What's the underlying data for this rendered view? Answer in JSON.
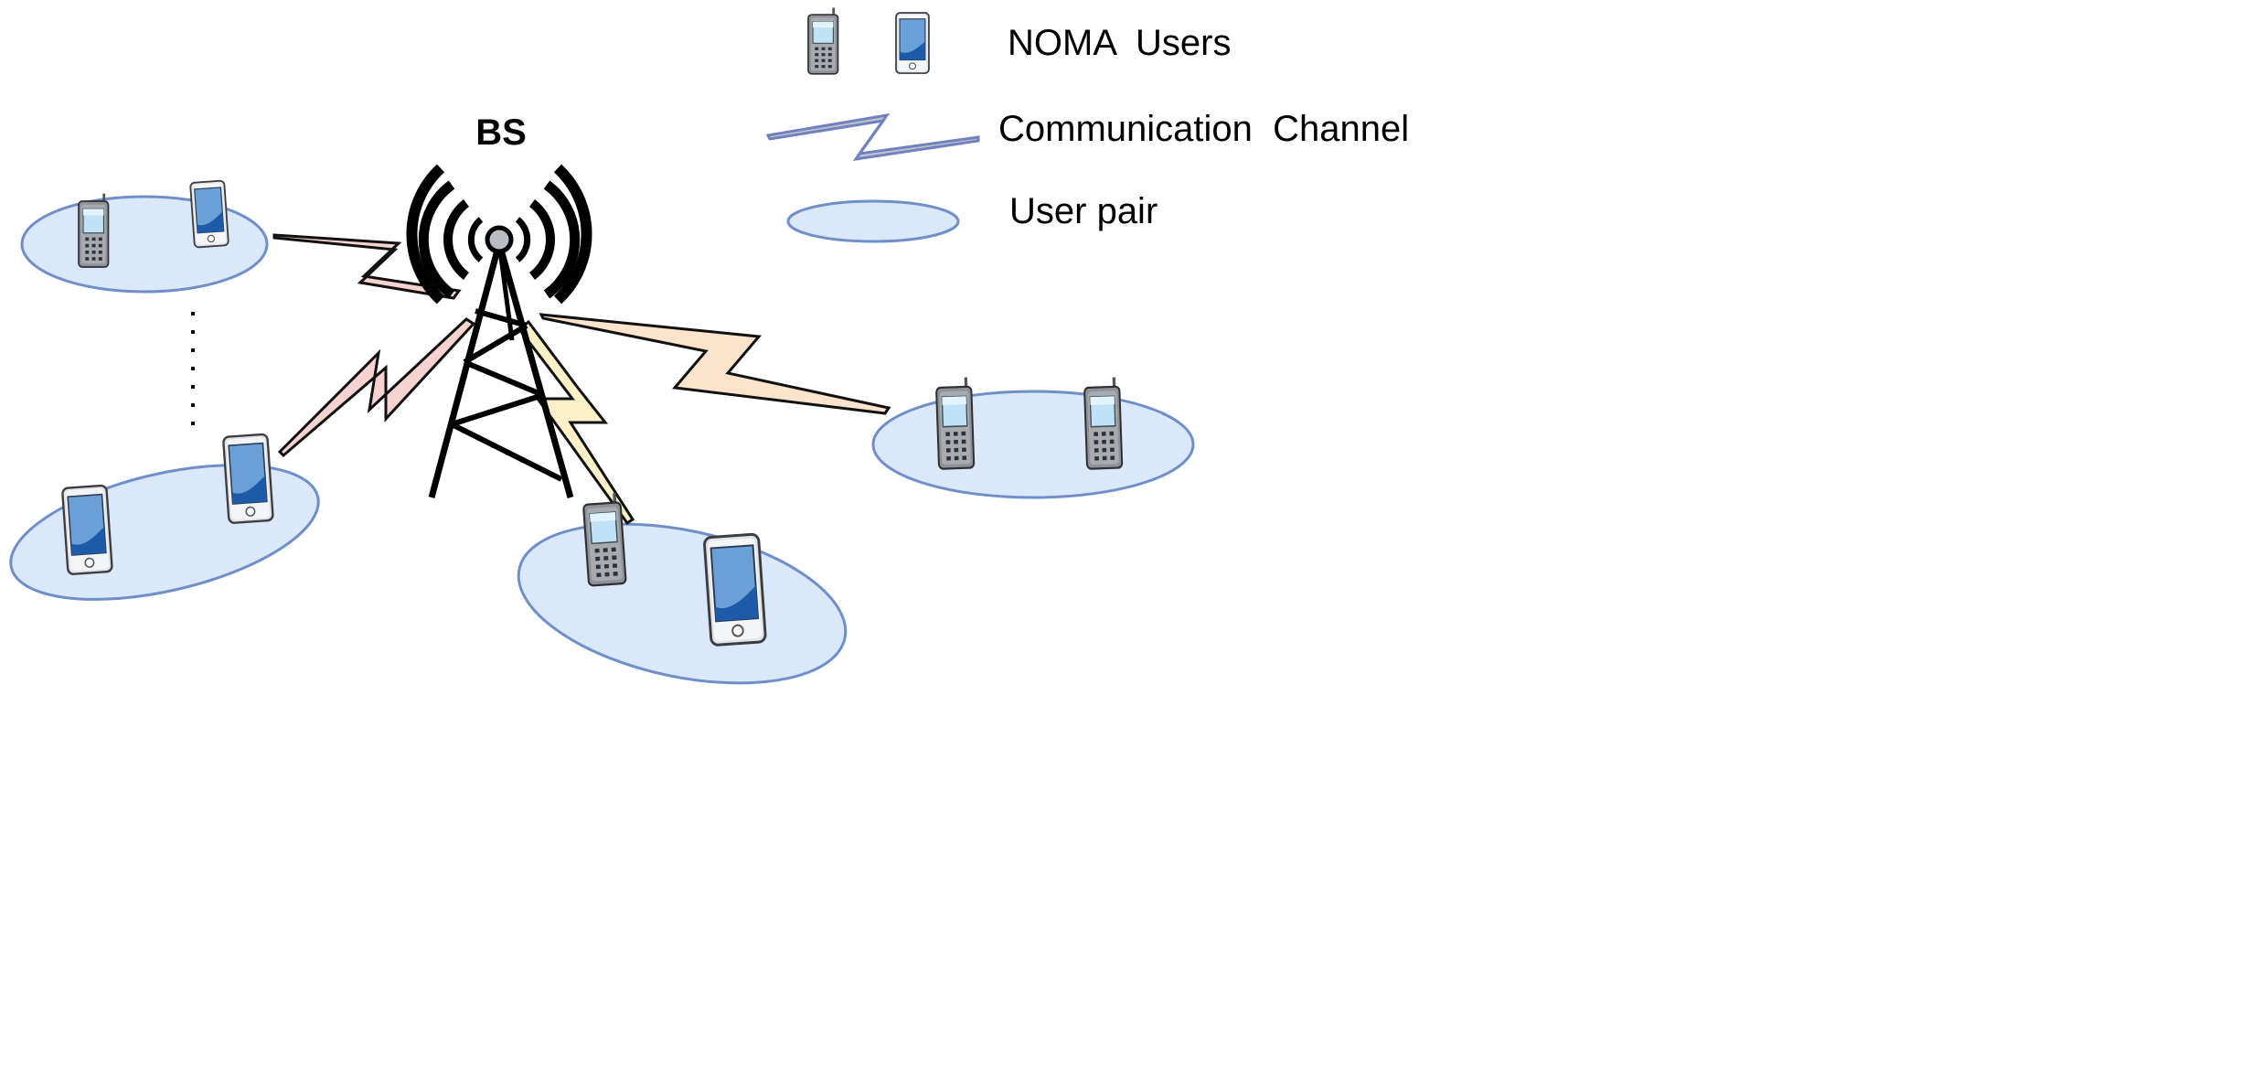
{
  "diagram": {
    "bs_label": "BS",
    "legend": {
      "users_label": "NOMA  Users",
      "channel_label": "Communication  Channel",
      "pair_label": "User pair"
    },
    "colors": {
      "pair_fill": "#dbe8f9",
      "pair_stroke": "#6f8fc9",
      "channel_pink": "#f7d3d0",
      "channel_peach": "#fce3cc",
      "channel_yellow": "#fbf0c8",
      "channel_legend": "#c0c4cc",
      "channel_legend_stroke": "#6f82bf"
    },
    "icons": [
      "feature-phone-icon",
      "smartphone-icon",
      "tower-icon"
    ]
  }
}
